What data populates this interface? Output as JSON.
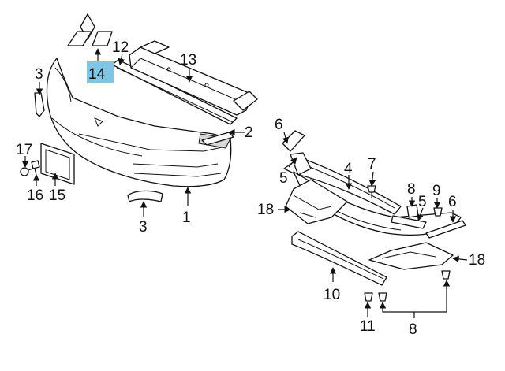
{
  "diagram": {
    "highlight_color": "#7fc6e6",
    "callouts": {
      "c1": "1",
      "c2": "2",
      "c3a": "3",
      "c3b": "3",
      "c4": "4",
      "c5a": "5",
      "c5b": "5",
      "c6a": "6",
      "c6b": "6",
      "c7": "7",
      "c8a": "8",
      "c8b": "8",
      "c9": "9",
      "c10": "10",
      "c11": "11",
      "c12": "12",
      "c13": "13",
      "c14": "14",
      "c15": "15",
      "c16": "16",
      "c17": "17",
      "c18a": "18",
      "c18b": "18"
    }
  }
}
